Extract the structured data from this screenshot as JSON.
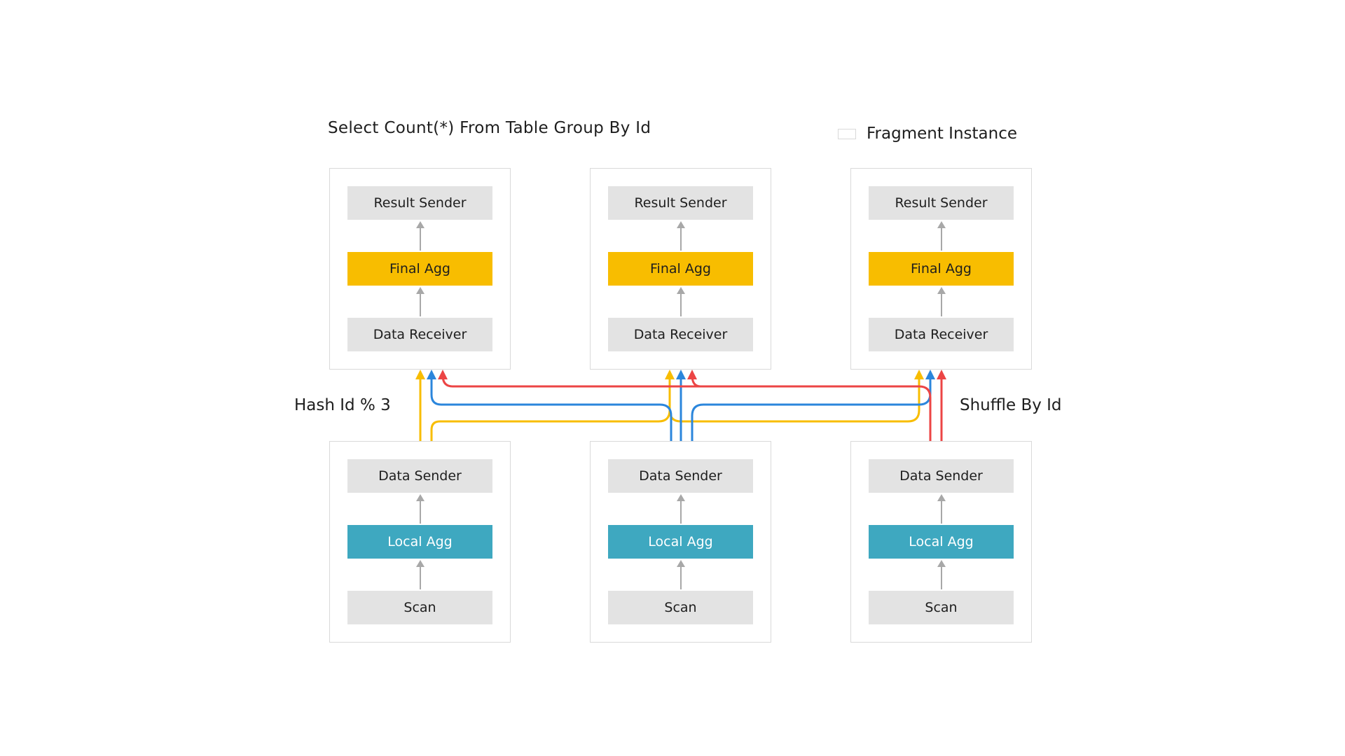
{
  "title": "Select Count(*) From Table Group By Id",
  "legend": {
    "label": "Fragment Instance"
  },
  "labels": {
    "left": "Hash Id % 3",
    "right": "Shuffle By Id"
  },
  "upper_fragments": [
    {
      "nodes": [
        "Result Sender",
        "Final Agg",
        "Data Receiver"
      ]
    },
    {
      "nodes": [
        "Result Sender",
        "Final Agg",
        "Data Receiver"
      ]
    },
    {
      "nodes": [
        "Result Sender",
        "Final Agg",
        "Data Receiver"
      ]
    }
  ],
  "lower_fragments": [
    {
      "nodes": [
        "Data Sender",
        "Local Agg",
        "Scan"
      ]
    },
    {
      "nodes": [
        "Data Sender",
        "Local Agg",
        "Scan"
      ]
    },
    {
      "nodes": [
        "Data Sender",
        "Local Agg",
        "Scan"
      ]
    }
  ],
  "colors": {
    "final_agg": "#f8bd00",
    "local_agg": "#3ea8c0",
    "node_gray": "#e3e3e3",
    "shuffle_yellow": "#f8bd00",
    "shuffle_blue": "#2b86dc",
    "shuffle_red": "#ec4545",
    "inner_arrow": "#a8a8a8"
  }
}
